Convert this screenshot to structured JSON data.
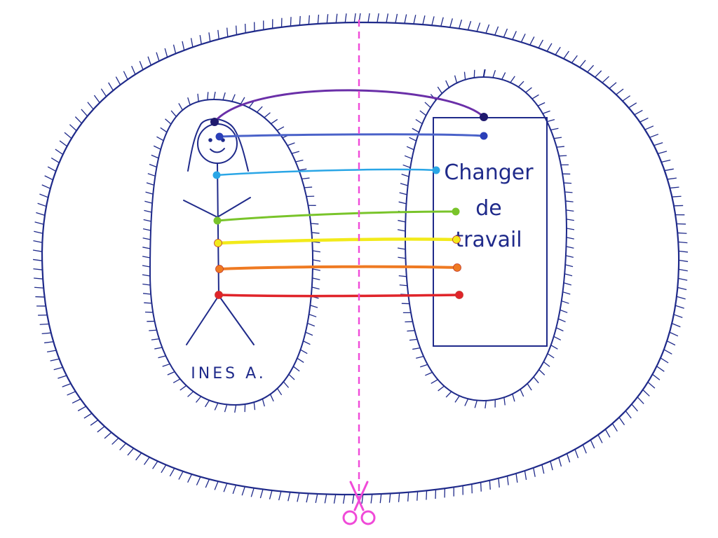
{
  "person": {
    "name_label": "INES A."
  },
  "goal": {
    "label_lines": [
      "Changer",
      "de",
      "travail"
    ]
  },
  "cords": [
    {
      "name": "violet",
      "color": "#6a2fa8"
    },
    {
      "name": "indigo",
      "color": "#4a62c9"
    },
    {
      "name": "blue",
      "color": "#2aa6e6"
    },
    {
      "name": "green",
      "color": "#79c42a"
    },
    {
      "name": "yellow",
      "color": "#f2ea1a"
    },
    {
      "name": "orange",
      "color": "#ef7a22"
    },
    {
      "name": "red",
      "color": "#e0242a"
    }
  ],
  "colors": {
    "ink": "#1f2a8a",
    "cut_line": "#f04ad8",
    "background": "#ffffff"
  },
  "icons": {
    "scissors": "scissors-icon"
  }
}
